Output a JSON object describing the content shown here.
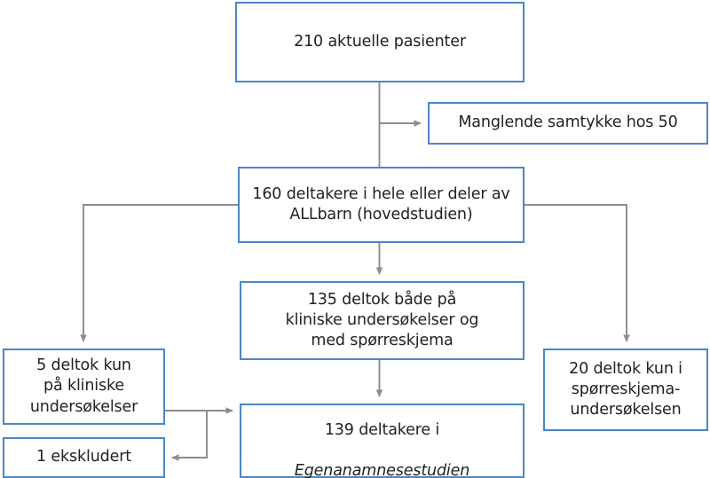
{
  "diagram": {
    "title": "ALLbarn studiedeltakelse flytskjema",
    "language": "no",
    "colors": {
      "box_border": "#4a86c8",
      "box_fill": "#ffffff",
      "connector": "#8c8c8c",
      "text": "#231f20",
      "background": "#ffffff"
    },
    "nodes": [
      {
        "id": "total",
        "name": "total-patients-box",
        "text": "210 aktuelle pasienter",
        "count": 210
      },
      {
        "id": "no-consent",
        "name": "missing-consent-box",
        "text": "Manglende samtykke hos 50",
        "count": 50
      },
      {
        "id": "participants",
        "name": "main-study-participants-box",
        "text": "160 deltakere i hele eller deler av\nALLbarn (hovedstudien)",
        "count": 160
      },
      {
        "id": "both",
        "name": "both-clinical-and-questionnaire-box",
        "text": "135 deltok både på\nkliniske undersøkelser og\nmed spørreskjema",
        "count": 135
      },
      {
        "id": "clinical-only",
        "name": "clinical-only-box",
        "text": "5 deltok kun\npå kliniske\nundersøkelser",
        "count": 5
      },
      {
        "id": "questionnaire-only",
        "name": "questionnaire-only-box",
        "text": "20 deltok kun i\nspørreskjema-\nundersøkelsen",
        "count": 20
      },
      {
        "id": "final",
        "name": "final-study-participants-box",
        "text_line1": "139 deltakere i",
        "text_line2_italic": "Egenanamnesestudien",
        "count": 139
      },
      {
        "id": "excluded",
        "name": "excluded-box",
        "text": "1 ekskludert",
        "count": 1
      }
    ],
    "edges": [
      {
        "id": "total-to-participants",
        "from": "total",
        "to": "participants",
        "style": "vertical-straight",
        "arrow": false
      },
      {
        "id": "total-to-no-consent",
        "from": "total",
        "to": "no-consent",
        "style": "branch-right",
        "arrow": true
      },
      {
        "id": "participants-to-both",
        "from": "participants",
        "to": "both",
        "style": "vertical-straight",
        "arrow": true
      },
      {
        "id": "participants-to-clinical-only",
        "from": "participants",
        "to": "clinical-only",
        "style": "elbow-left-down",
        "arrow": true
      },
      {
        "id": "participants-to-questionnaire-only",
        "from": "participants",
        "to": "questionnaire-only",
        "style": "elbow-right-down",
        "arrow": true
      },
      {
        "id": "both-to-final",
        "from": "both",
        "to": "final",
        "style": "vertical-straight",
        "arrow": true
      },
      {
        "id": "clinical-only-to-final",
        "from": "clinical-only",
        "to": "final",
        "style": "horizontal-right",
        "arrow": true
      },
      {
        "id": "final-to-excluded",
        "from": "final",
        "to": "excluded",
        "style": "elbow-down-left",
        "arrow": true
      }
    ]
  }
}
